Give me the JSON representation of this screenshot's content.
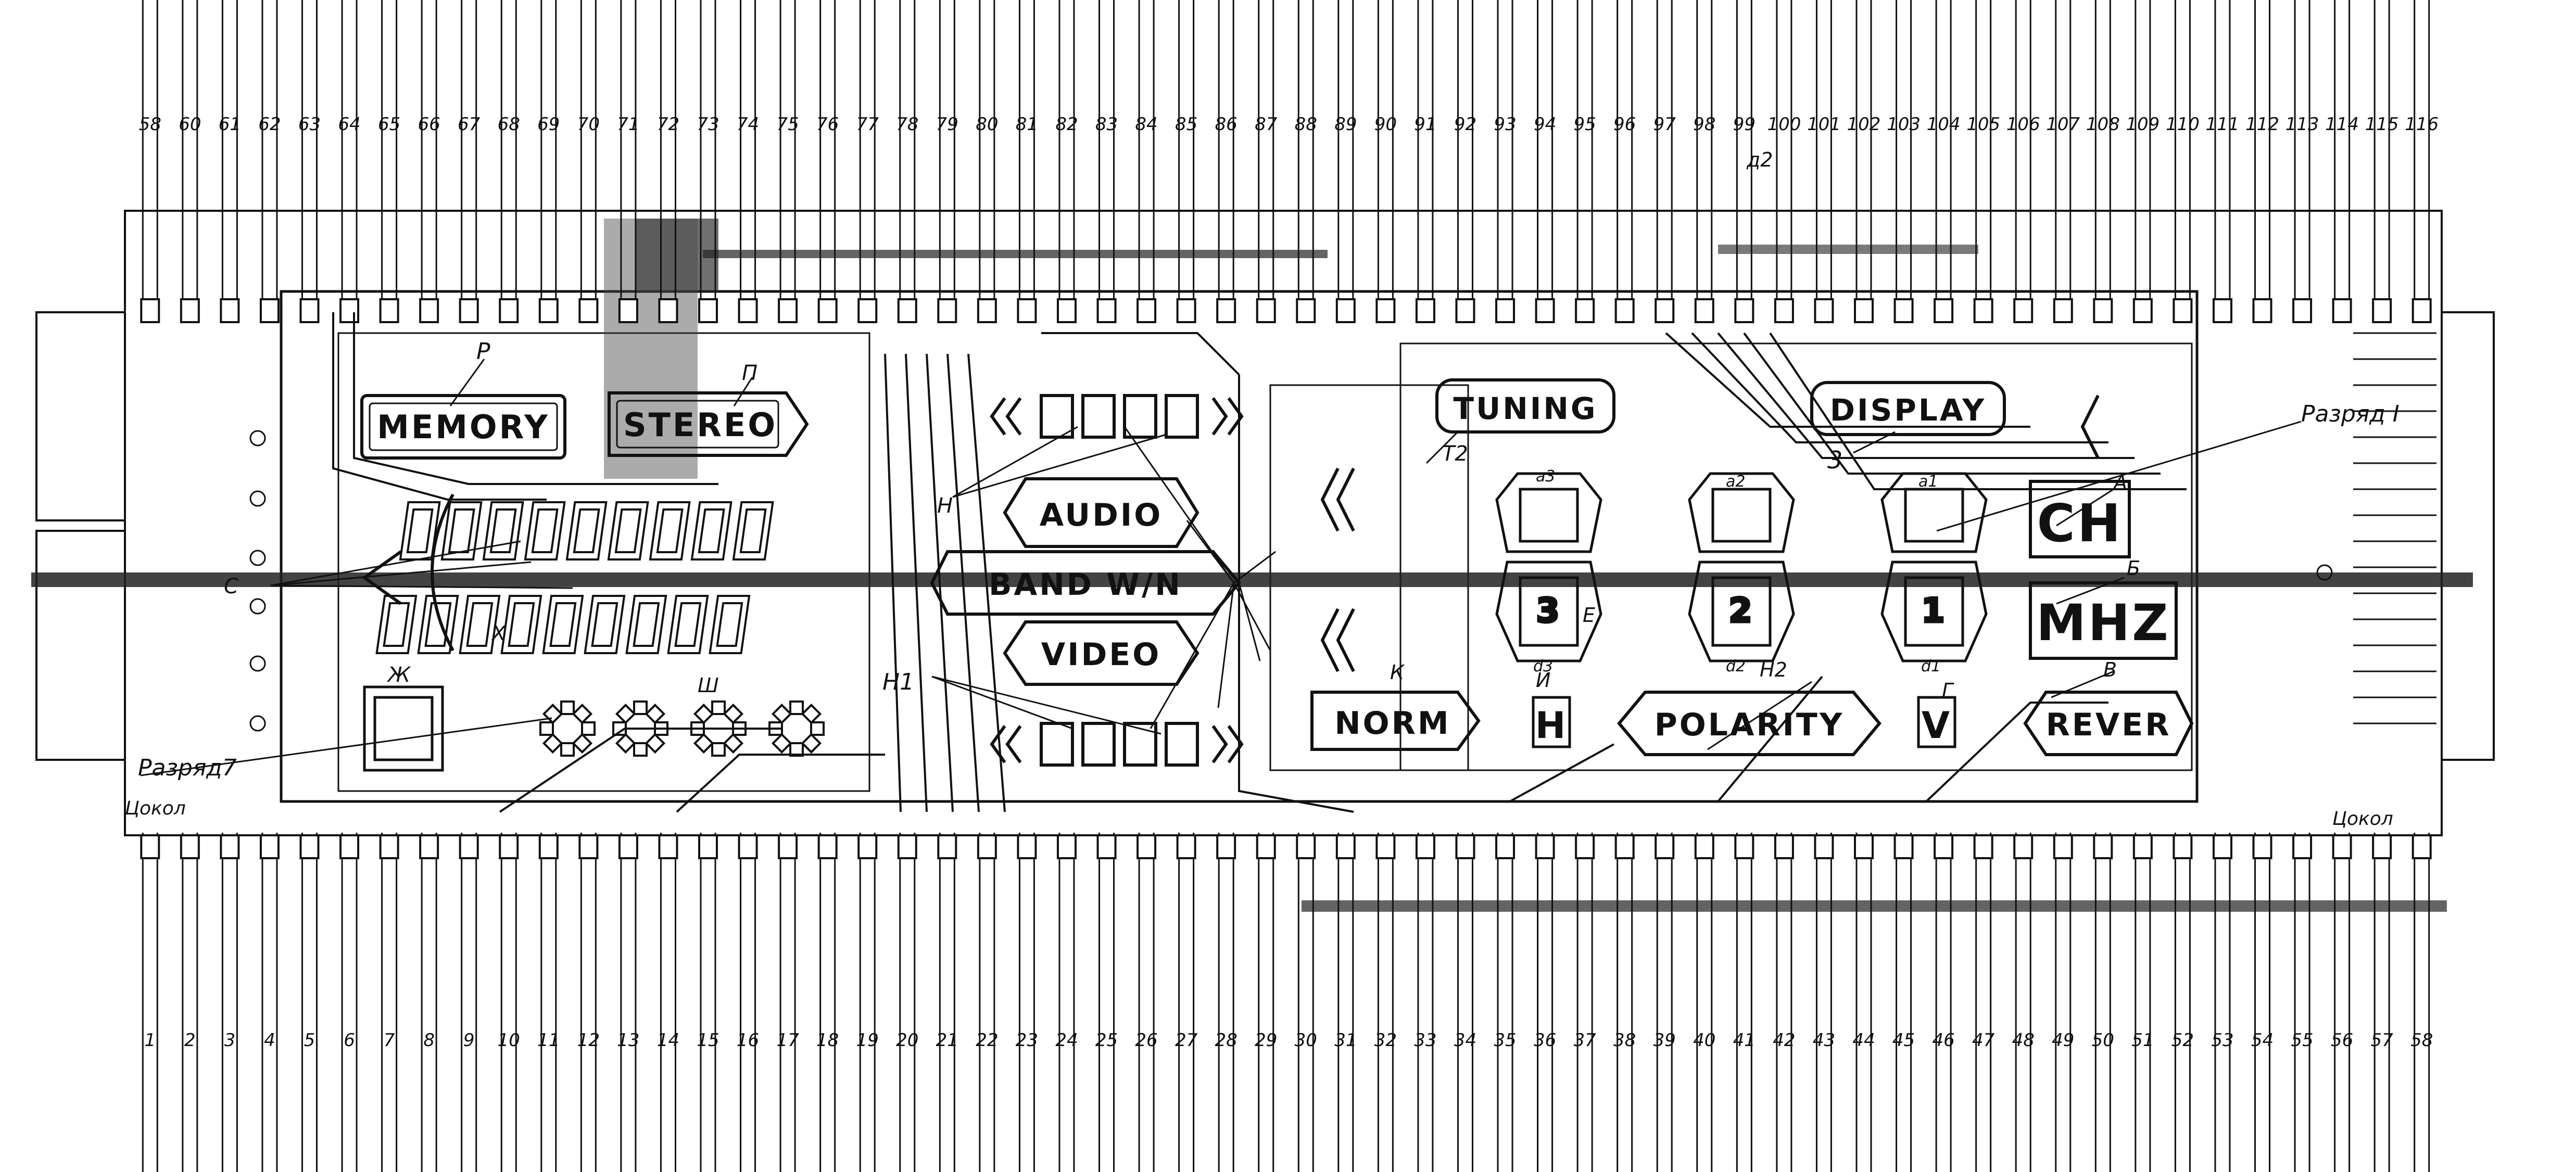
{
  "top_pins": [
    "58",
    "60",
    "61",
    "62",
    "63",
    "64",
    "65",
    "66",
    "67",
    "68",
    "69",
    "70",
    "71",
    "72",
    "73",
    "74",
    "75",
    "76",
    "77",
    "78",
    "79",
    "80",
    "81",
    "82",
    "83",
    "84",
    "85",
    "86",
    "87",
    "88",
    "89",
    "90",
    "91",
    "92",
    "93",
    "94",
    "95",
    "96",
    "97",
    "98",
    "99",
    "100",
    "101",
    "102",
    "103",
    "104",
    "105",
    "106",
    "107",
    "108",
    "109",
    "110",
    "111",
    "112",
    "113",
    "114",
    "115",
    "116"
  ],
  "bottom_pins": [
    "1",
    "2",
    "3",
    "4",
    "5",
    "6",
    "7",
    "8",
    "9",
    "10",
    "11",
    "12",
    "13",
    "14",
    "15",
    "16",
    "17",
    "18",
    "19",
    "20",
    "21",
    "22",
    "23",
    "24",
    "25",
    "26",
    "27",
    "28",
    "29",
    "30",
    "31",
    "32",
    "33",
    "34",
    "35",
    "36",
    "37",
    "38",
    "39",
    "40",
    "41",
    "42",
    "43",
    "44",
    "45",
    "46",
    "47",
    "48",
    "49",
    "50",
    "51",
    "52",
    "53",
    "54",
    "55",
    "56",
    "57",
    "58"
  ],
  "indicators": {
    "memory": "MEMORY",
    "stereo": "STEREO",
    "audio": "AUDIO",
    "band": "BAND W/N",
    "video": "VIDEO",
    "tuning": "TUNING",
    "display": "DISPLAY",
    "ch": "CH",
    "mhz": "MHZ",
    "norm": "NORM",
    "polarity": "POLARITY",
    "rever": "REVER",
    "h": "H",
    "v": "V"
  },
  "digits": {
    "d3": "3",
    "d2": "2",
    "d1": "1"
  },
  "annotations": {
    "p": "Р",
    "pi": "П",
    "n": "Н",
    "n1": "Н1",
    "t2": "Т2",
    "three": "3",
    "razryad1": "Разряд I",
    "razryad7": "Разряд7",
    "a": "А",
    "b": "Б",
    "v": "В",
    "g": "Г",
    "h2": "Н2",
    "k": "К",
    "i": "И",
    "e": "Е",
    "zh": "Ж",
    "sh": "Ш",
    "c": "С",
    "x": "Х",
    "d2": "д2",
    "a3": "a3",
    "a2": "a2",
    "a1": "a1",
    "d3s": "d3",
    "d2s": "d2",
    "d1s": "d1",
    "cokol_left": "Цокол",
    "cokol_right": "Цокол"
  }
}
